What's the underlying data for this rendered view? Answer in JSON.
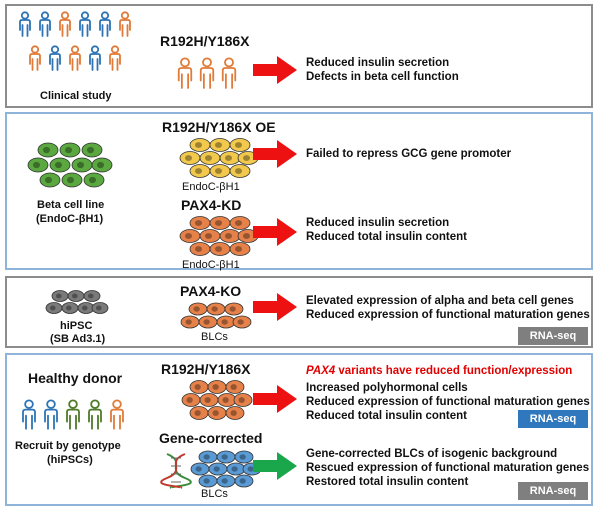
{
  "colors": {
    "panel_border_gray": "#8c8c8c",
    "panel_border_blue": "#8fb4d9",
    "arrow_red": "#ee1111",
    "arrow_green": "#1aa64b",
    "badge_gray": "#7f7f7f",
    "badge_blue": "#2f78be",
    "person_orange": "#e07b39",
    "person_blue": "#2e74b5",
    "person_green": "#4f7a28",
    "cell_green": "#5aa83f",
    "cell_yellow": "#f2c94c",
    "cell_orange": "#e6814a",
    "cell_gray": "#7a7a7a",
    "cell_blue": "#5b9bd5",
    "highlight_red": "#e00000"
  },
  "panel1": {
    "caption": "Clinical study",
    "genotype": "R192H/Y186X",
    "results": [
      "Reduced insulin secretion",
      "Defects in beta cell function"
    ]
  },
  "panel2": {
    "caption_line1": "Beta cell line",
    "caption_line2": "(EndoC-βH1)",
    "row1": {
      "title": "R192H/Y186X OE",
      "cell_label": "EndoC-βH1",
      "results": [
        "Failed to repress GCG gene promoter"
      ]
    },
    "row2": {
      "title": "PAX4-KD",
      "cell_label": "EndoC-βH1",
      "results": [
        "Reduced insulin secretion",
        "Reduced total insulin content"
      ]
    }
  },
  "panel3": {
    "caption_line1": "hiPSC",
    "caption_line2": "(SB Ad3.1)",
    "title": "PAX4-KO",
    "cell_label": "BLCs",
    "results": [
      "Elevated expression of alpha and beta cell genes",
      "Reduced expression of functional maturation genes"
    ],
    "badge": "RNA-seq"
  },
  "panel4": {
    "donor_title": "Healthy donor",
    "caption_line1": "Recruit by genotype",
    "caption_line2": "(hiPSCs)",
    "row1": {
      "title": "R192H/Y186X",
      "highlight_italic": "PAX4",
      "highlight_rest": " variants have reduced function/expression",
      "results": [
        "Increased polyhormonal  cells",
        "Reduced expression of functional maturation genes",
        "Reduced total insulin content"
      ],
      "badge": "RNA-seq"
    },
    "row2": {
      "title": "Gene-corrected",
      "cell_label": "BLCs",
      "results": [
        "Gene-corrected BLCs of isogenic background",
        "Rescued expression of functional maturation genes",
        "Restored total insulin content"
      ],
      "badge": "RNA-seq"
    }
  }
}
